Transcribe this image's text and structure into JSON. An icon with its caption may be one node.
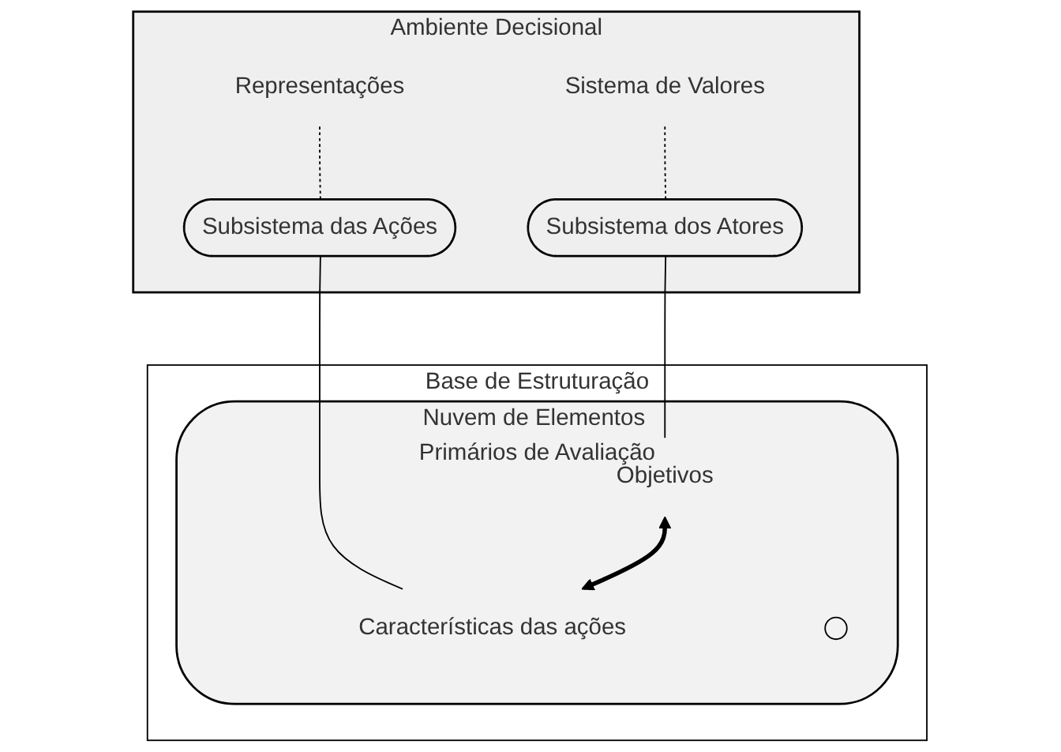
{
  "diagram": {
    "nodes": [
      {
        "text": [
          "Ambiente Decisional"
        ]
      },
      {
        "text": [
          "Subsistema dos Atores"
        ],
        "in": 0
      },
      {
        "text": [
          "Subsistema das Ações"
        ],
        "in": 0
      },
      {
        "text": [
          "Sistema de Valores"
        ],
        "in": 0
      },
      {
        "text": [
          "Representações"
        ],
        "in": 0
      },
      {
        "text": [
          "Base de Estruturação"
        ]
      },
      {
        "text": [
          "Nuvem de Elementos Primários de Avaliação"
        ],
        "in": 5
      },
      {
        "text": [
          "Objetivos"
        ],
        "in": 6
      },
      {
        "text": [
          "Características das ações"
        ],
        "in": 6
      },
      {
        "text": [],
        "shape": "circle",
        "in": 6
      }
    ],
    "edges": [
      {
        "from": 3,
        "to": 1,
        "arrow": "none",
        "style": "dashed"
      },
      {
        "from": 4,
        "to": 2,
        "arrow": "none",
        "style": "dashed"
      },
      {
        "from": 1,
        "to": 7,
        "arrow": "none"
      },
      {
        "from": 2,
        "to": 8,
        "arrow": "none"
      },
      {
        "from": 7,
        "to": 8,
        "arrow": "both",
        "style": "thick"
      }
    ]
  }
}
